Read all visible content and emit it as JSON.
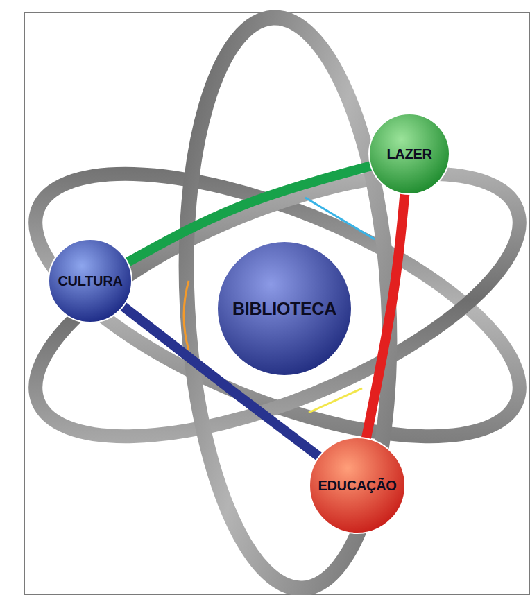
{
  "diagram": {
    "nodes": [
      {
        "text": [
          "LAZER"
        ]
      },
      {
        "text": [
          "CULTURA"
        ]
      },
      {
        "text": [
          "BIBLIOTECA"
        ]
      },
      {
        "text": [
          "EDUCAÇÃO"
        ]
      }
    ],
    "edges": [
      {
        "from": 1,
        "to": 0,
        "arrow": "none"
      },
      {
        "from": 0,
        "to": 3,
        "arrow": "none"
      },
      {
        "from": 1,
        "to": 3,
        "arrow": "none"
      }
    ]
  }
}
